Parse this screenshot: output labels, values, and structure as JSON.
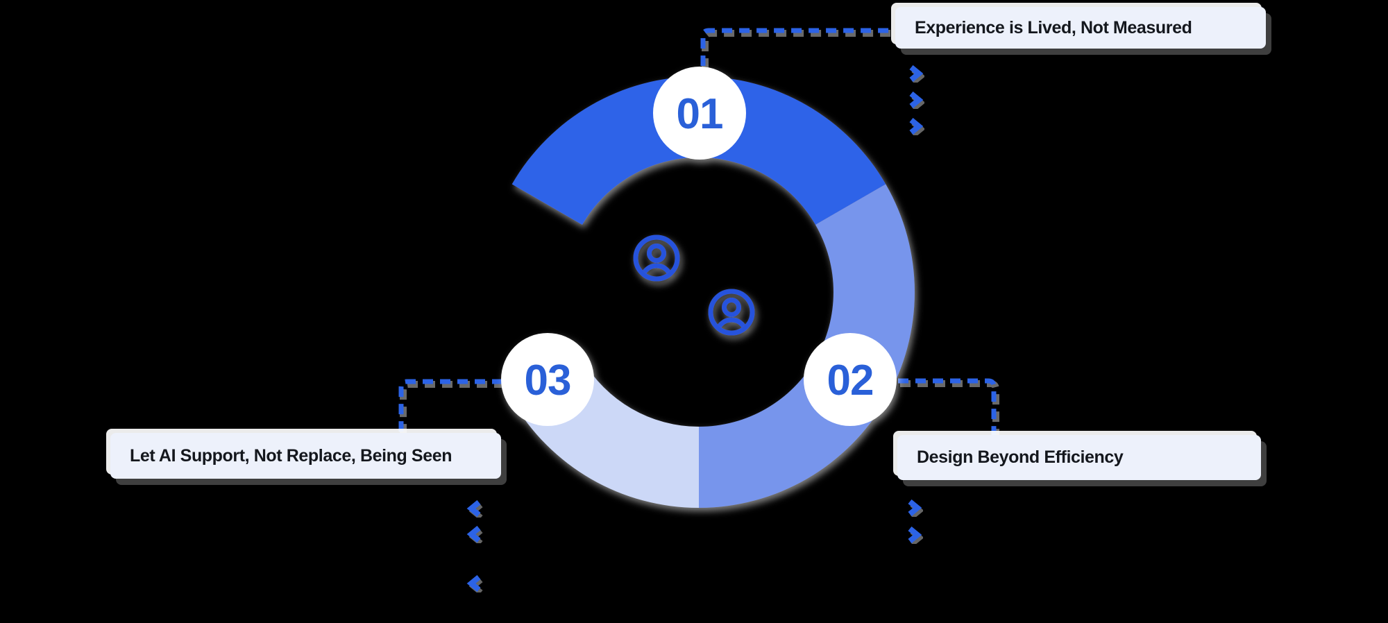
{
  "colors": {
    "bg": "#000000",
    "segment-1": "#2f63e8",
    "segment-2": "#7795ec",
    "segment-3": "#ccd8f7",
    "accent-blue": "#2c63e6",
    "icon-blue": "#2553dc",
    "number-blue": "#2b61d8",
    "badge-bg": "#ffffff",
    "label-bg": "#edf1fb",
    "label-text": "#14171d"
  },
  "diagram": {
    "type": "donut-cycle-infographic",
    "steps": [
      {
        "number": "01",
        "label": "Experience is Lived, Not Measured"
      },
      {
        "number": "02",
        "label": "Design Beyond Efficiency"
      },
      {
        "number": "03",
        "label": "Let AI Support, Not Replace, Being Seen"
      }
    ],
    "center_icons": [
      "user-account-circle",
      "user-account-circle"
    ],
    "bullets": {
      "step1": {
        "count": 3,
        "dir": "right"
      },
      "step2": {
        "count": 2,
        "dir": "right"
      },
      "step3": {
        "count": 3,
        "dir": "left"
      }
    }
  }
}
